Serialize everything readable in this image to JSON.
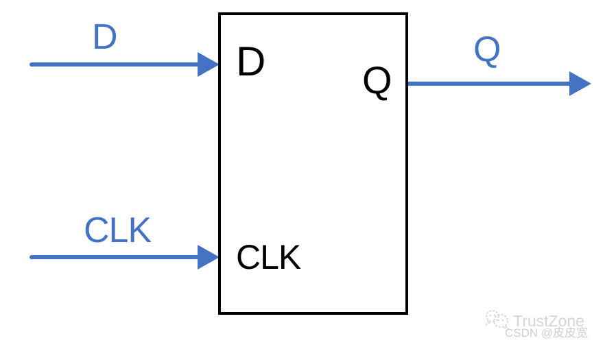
{
  "diagram": {
    "type": "circuit-block-diagram",
    "component": "D flip-flop",
    "block": {
      "pins": [
        {
          "id": "pin-d",
          "label": "D",
          "side": "left-top"
        },
        {
          "id": "pin-q",
          "label": "Q",
          "side": "right"
        },
        {
          "id": "pin-clk",
          "label": "CLK",
          "side": "left-bottom"
        }
      ]
    },
    "signals": [
      {
        "id": "signal-d",
        "label": "D",
        "direction": "input"
      },
      {
        "id": "signal-clk",
        "label": "CLK",
        "direction": "input"
      },
      {
        "id": "signal-q",
        "label": "Q",
        "direction": "output"
      }
    ],
    "colors": {
      "arrow_color": "#4472C4",
      "signal_text_color": "#4472C4",
      "box_border_color": "#000000",
      "pin_text_color": "#000000",
      "watermark_text_color": "#d5d5d5",
      "watermark_credit_color": "#cfcfcf"
    }
  },
  "watermark": {
    "brand": "TrustZone",
    "credit": "CSDN @皮皮宽"
  }
}
